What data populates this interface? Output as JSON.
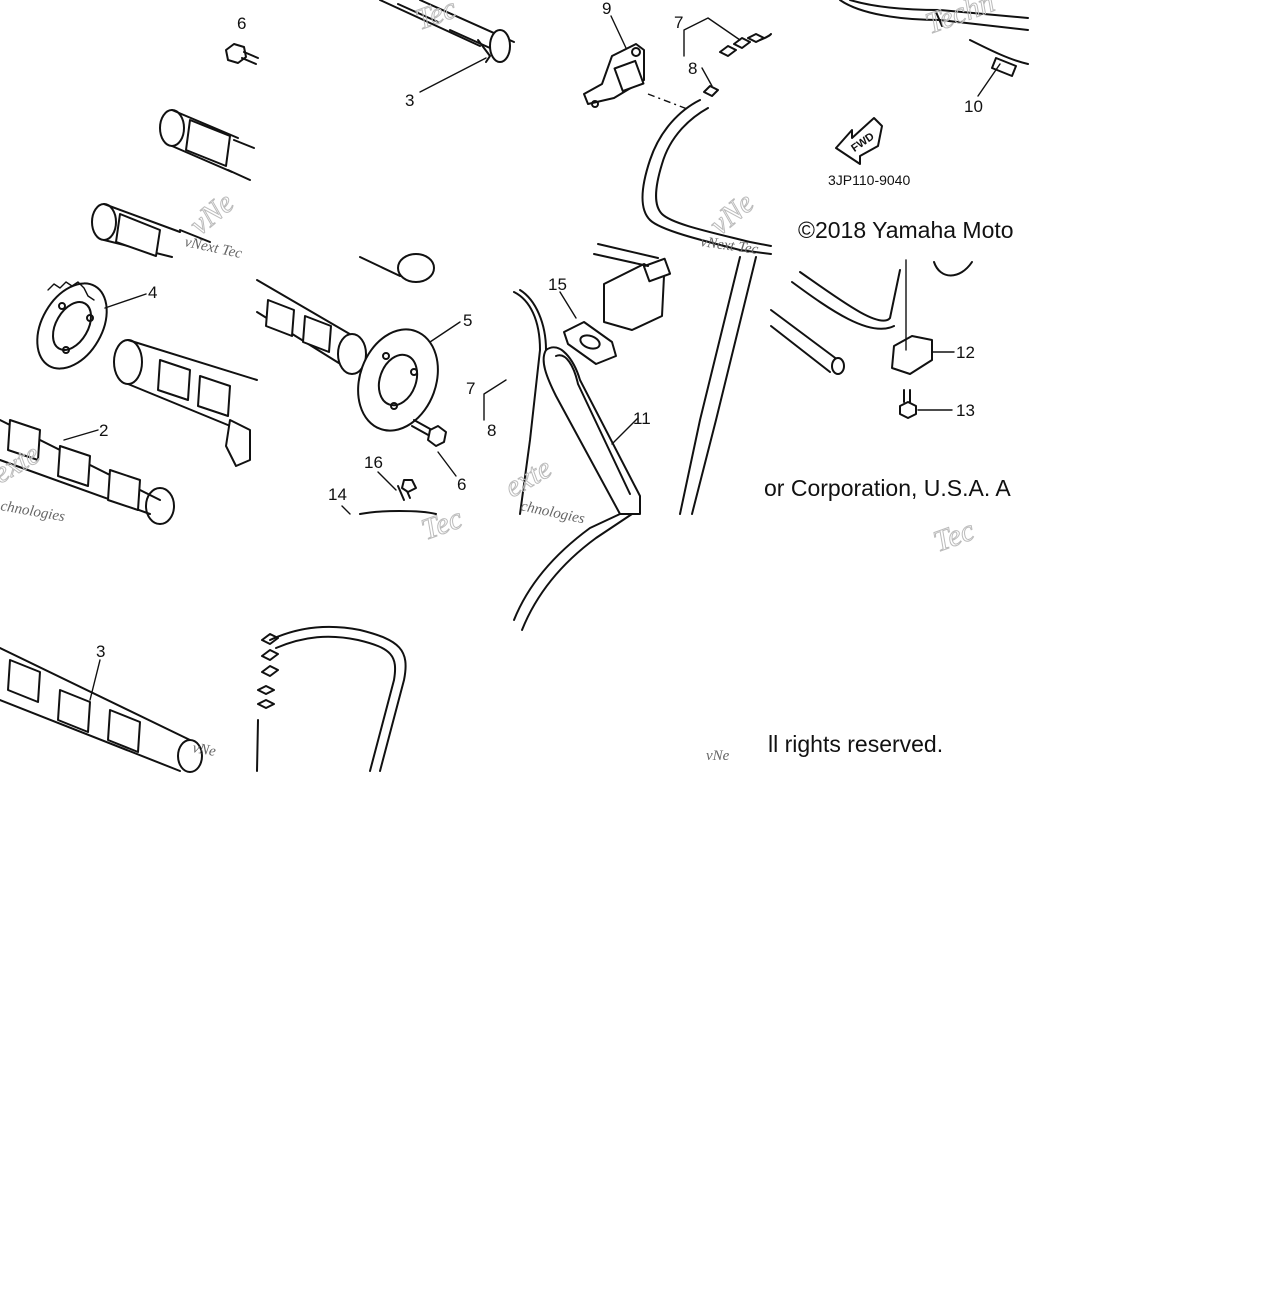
{
  "diagram": {
    "part_code": "3JP110-9040",
    "fwd_label": "FWD",
    "copyright_line1": "©2018 Yamaha Moto",
    "copyright_line2": "or Corporation, U.S.A. A",
    "copyright_line3": "ll rights reserved.",
    "watermark_words": {
      "vnext_tec": "vNext Tec",
      "vnext_short": "vNe",
      "technologies": "chnologies",
      "tec": "Tec",
      "techn": "Techn",
      "exte": "exte",
      "vne": "vNe"
    },
    "callouts": {
      "c6_top": "6",
      "c3_top": "3",
      "c9": "9",
      "c7_top": "7",
      "c8_top": "8",
      "c10": "10",
      "c4": "4",
      "c2": "2",
      "c5": "5",
      "c6_mid": "6",
      "c16": "16",
      "c14": "14",
      "c15": "15",
      "c7_mid": "7",
      "c8_mid": "8",
      "c11": "11",
      "c12": "12",
      "c13": "13",
      "c3_bottom": "3"
    }
  }
}
